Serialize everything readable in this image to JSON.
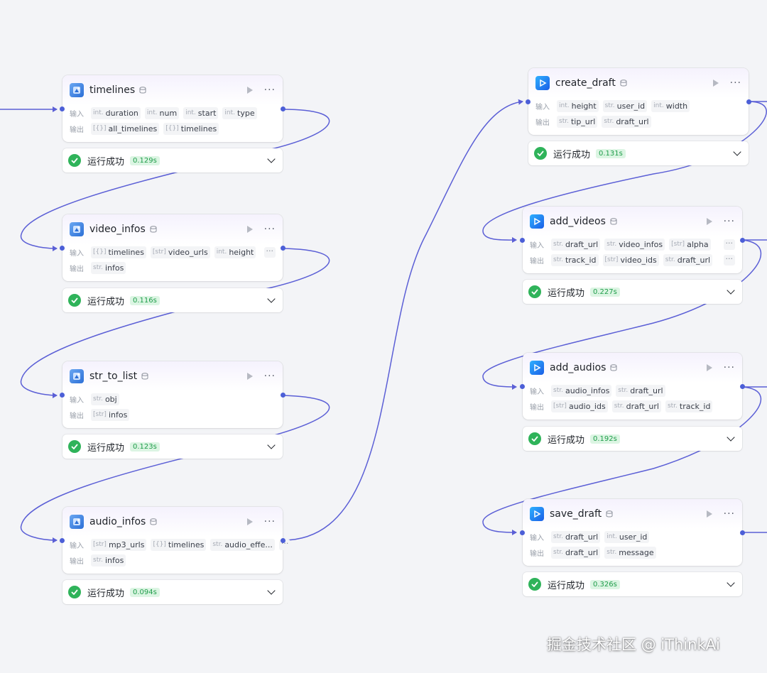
{
  "labels": {
    "input": "输入",
    "output": "输出",
    "success": "运行成功"
  },
  "colors": {
    "edge": "#5b5fd6",
    "port": "#4c5fd7",
    "success": "#2fb35a"
  },
  "nodes": [
    {
      "title": "timelines",
      "icon": "plugin-icon",
      "inputs": [
        {
          "type": "int.",
          "name": "duration"
        },
        {
          "type": "int.",
          "name": "num"
        },
        {
          "type": "int.",
          "name": "start"
        },
        {
          "type": "int.",
          "name": "type"
        }
      ],
      "outputs": [
        {
          "type": "[{}]",
          "name": "all_timelines"
        },
        {
          "type": "[{}]",
          "name": "timelines"
        }
      ],
      "time": "0.129s"
    },
    {
      "title": "video_infos",
      "icon": "plugin-icon",
      "inputs": [
        {
          "type": "[{}]",
          "name": "timelines"
        },
        {
          "type": "[str]",
          "name": "video_urls"
        },
        {
          "type": "int.",
          "name": "height"
        }
      ],
      "outputs": [
        {
          "type": "str.",
          "name": "infos"
        }
      ],
      "inputs_more": "···",
      "time": "0.116s"
    },
    {
      "title": "str_to_list",
      "icon": "plugin-icon",
      "inputs": [
        {
          "type": "str.",
          "name": "obj"
        }
      ],
      "outputs": [
        {
          "type": "[str]",
          "name": "infos"
        }
      ],
      "time": "0.123s"
    },
    {
      "title": "audio_infos",
      "icon": "plugin-icon",
      "inputs": [
        {
          "type": "[str]",
          "name": "mp3_urls"
        },
        {
          "type": "[{}]",
          "name": "timelines"
        },
        {
          "type": "str.",
          "name": "audio_effe..."
        }
      ],
      "outputs": [
        {
          "type": "str.",
          "name": "infos"
        }
      ],
      "inputs_more": "···",
      "time": "0.094s"
    },
    {
      "title": "create_draft",
      "icon": "video-icon",
      "inputs": [
        {
          "type": "int.",
          "name": "height"
        },
        {
          "type": "str.",
          "name": "user_id"
        },
        {
          "type": "int.",
          "name": "width"
        }
      ],
      "outputs": [
        {
          "type": "str.",
          "name": "tip_url"
        },
        {
          "type": "str.",
          "name": "draft_url"
        }
      ],
      "time": "0.131s"
    },
    {
      "title": "add_videos",
      "icon": "video-icon",
      "inputs": [
        {
          "type": "str.",
          "name": "draft_url"
        },
        {
          "type": "str.",
          "name": "video_infos"
        },
        {
          "type": "[str]",
          "name": "alpha"
        }
      ],
      "outputs": [
        {
          "type": "str.",
          "name": "track_id"
        },
        {
          "type": "[str]",
          "name": "video_ids"
        },
        {
          "type": "str.",
          "name": "draft_url"
        }
      ],
      "inputs_more": "···",
      "outputs_more": "···",
      "time": "0.227s"
    },
    {
      "title": "add_audios",
      "icon": "video-icon",
      "inputs": [
        {
          "type": "str.",
          "name": "audio_infos"
        },
        {
          "type": "str.",
          "name": "draft_url"
        }
      ],
      "outputs": [
        {
          "type": "[str]",
          "name": "audio_ids"
        },
        {
          "type": "str.",
          "name": "draft_url"
        },
        {
          "type": "str.",
          "name": "track_id"
        }
      ],
      "time": "0.192s"
    },
    {
      "title": "save_draft",
      "icon": "video-icon",
      "inputs": [
        {
          "type": "str.",
          "name": "draft_url"
        },
        {
          "type": "int.",
          "name": "user_id"
        }
      ],
      "outputs": [
        {
          "type": "str.",
          "name": "draft_url"
        },
        {
          "type": "str.",
          "name": "message"
        }
      ],
      "time": "0.326s"
    }
  ],
  "watermark": "掘金技术社区 @ iThinkAi"
}
